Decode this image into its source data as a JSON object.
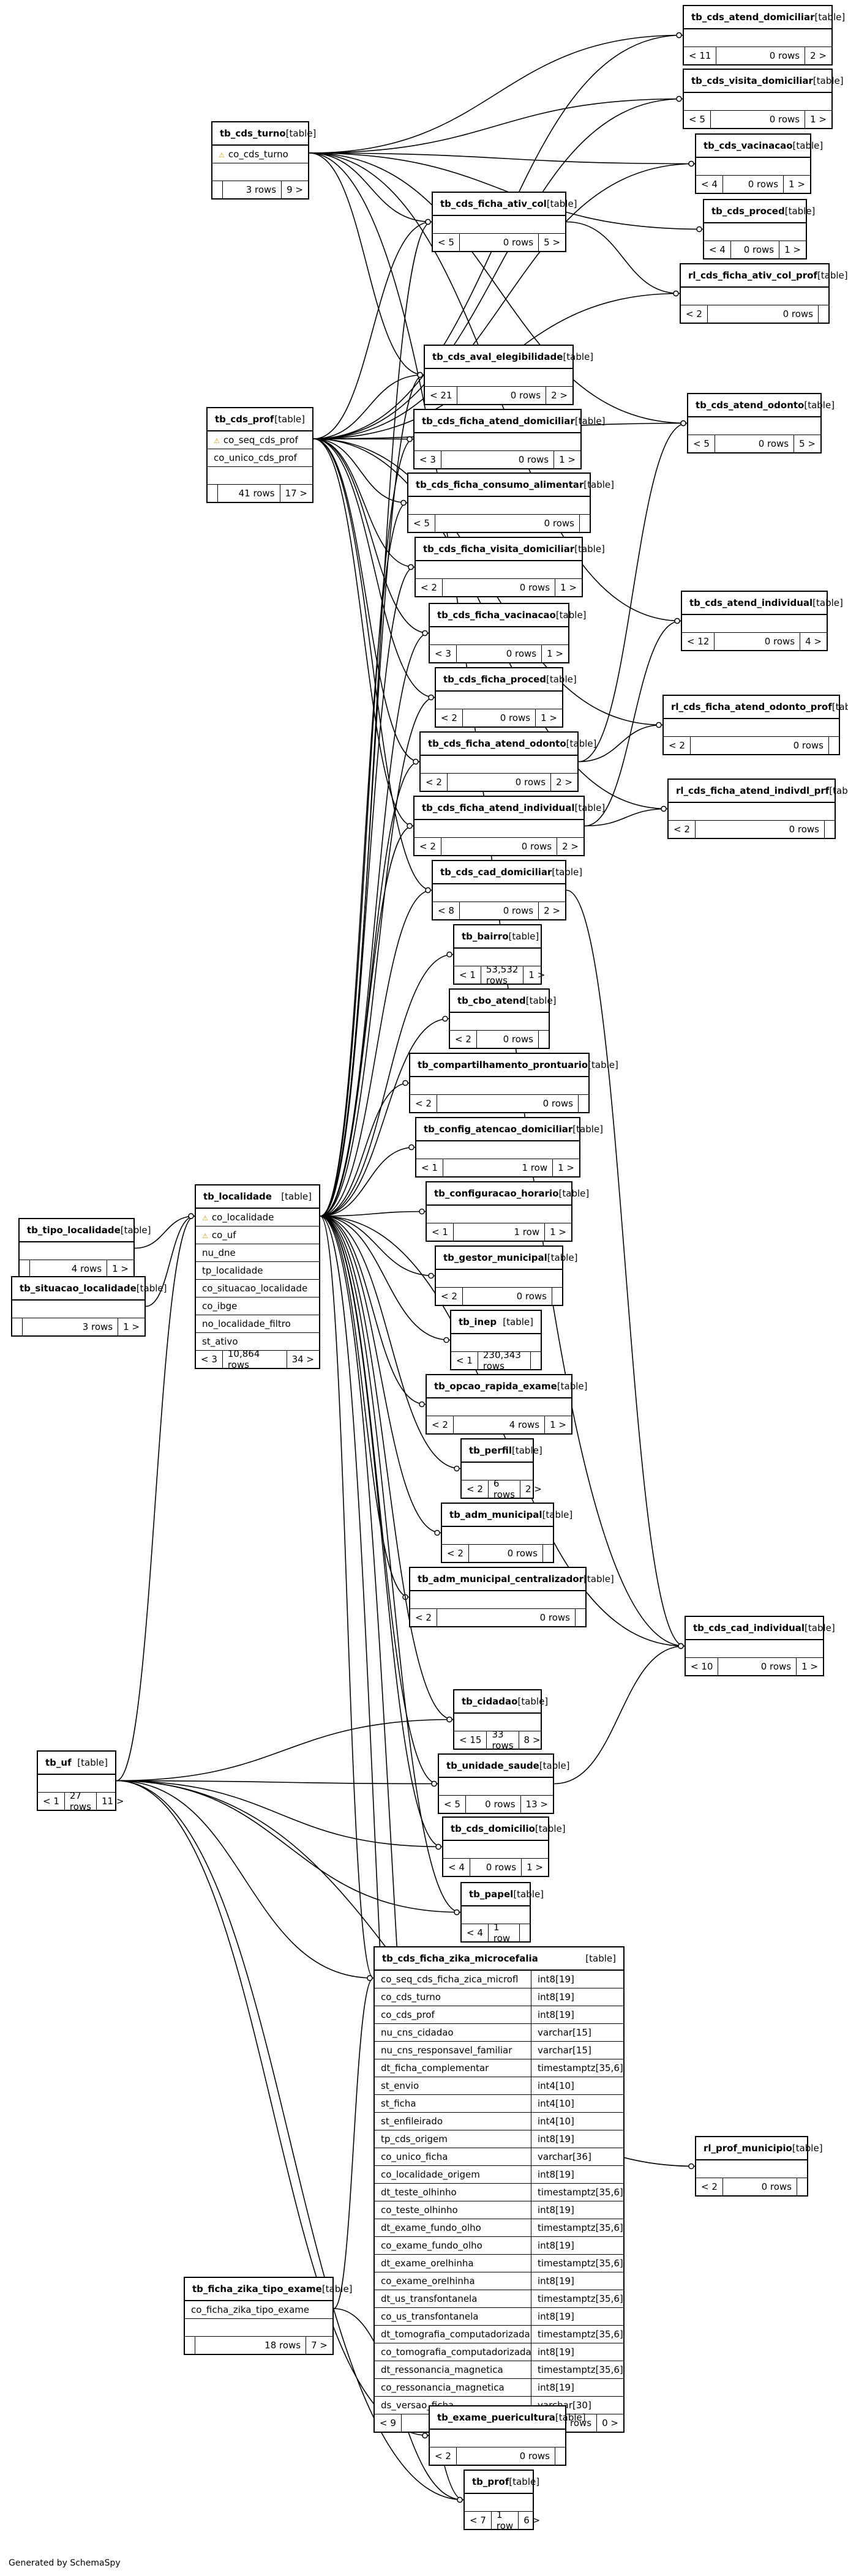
{
  "footer": "Generated by SchemaSpy",
  "tables": [
    {
      "id": "tb_cds_atend_domiciliar",
      "name": "tb_cds_atend_domiciliar",
      "kind": "[table]",
      "cols": [],
      "parents": "< 11",
      "rows": "0 rows",
      "children": "2 >"
    },
    {
      "id": "tb_cds_visita_domiciliar",
      "name": "tb_cds_visita_domiciliar",
      "kind": "[table]",
      "cols": [],
      "parents": "< 5",
      "rows": "0 rows",
      "children": "1 >"
    },
    {
      "id": "tb_cds_turno",
      "name": "tb_cds_turno",
      "kind": "[table]",
      "cols": [
        {
          "n": "co_cds_turno",
          "k": true
        }
      ],
      "blank": true,
      "parents": "",
      "rows": "3 rows",
      "children": "9 >"
    },
    {
      "id": "tb_cds_vacinacao",
      "name": "tb_cds_vacinacao",
      "kind": "[table]",
      "cols": [],
      "parents": "< 4",
      "rows": "0 rows",
      "children": "1 >"
    },
    {
      "id": "tb_cds_ficha_ativ_col",
      "name": "tb_cds_ficha_ativ_col",
      "kind": "[table]",
      "cols": [],
      "parents": "< 5",
      "rows": "0 rows",
      "children": "5 >"
    },
    {
      "id": "tb_cds_proced",
      "name": "tb_cds_proced",
      "kind": "[table]",
      "cols": [],
      "parents": "< 4",
      "rows": "0 rows",
      "children": "1 >"
    },
    {
      "id": "rl_cds_ficha_ativ_col_prof",
      "name": "rl_cds_ficha_ativ_col_prof",
      "kind": "[table]",
      "cols": [],
      "parents": "< 2",
      "rows": "0 rows",
      "children": ""
    },
    {
      "id": "tb_cds_aval_elegibilidade",
      "name": "tb_cds_aval_elegibilidade",
      "kind": "[table]",
      "cols": [],
      "parents": "< 21",
      "rows": "0 rows",
      "children": "2 >"
    },
    {
      "id": "tb_cds_atend_odonto",
      "name": "tb_cds_atend_odonto",
      "kind": "[table]",
      "cols": [],
      "parents": "< 5",
      "rows": "0 rows",
      "children": "5 >"
    },
    {
      "id": "tb_cds_prof",
      "name": "tb_cds_prof",
      "kind": "[table]",
      "cols": [
        {
          "n": "co_seq_cds_prof",
          "k": true
        },
        {
          "n": "co_unico_cds_prof",
          "k": false
        }
      ],
      "blank": true,
      "parents": "",
      "rows": "41 rows",
      "children": "17 >"
    },
    {
      "id": "tb_cds_ficha_atend_domiciliar",
      "name": "tb_cds_ficha_atend_domiciliar",
      "kind": "[table]",
      "cols": [],
      "parents": "< 3",
      "rows": "0 rows",
      "children": "1 >"
    },
    {
      "id": "tb_cds_ficha_consumo_alimentar",
      "name": "tb_cds_ficha_consumo_alimentar",
      "kind": "[table]",
      "cols": [],
      "parents": "< 5",
      "rows": "0 rows",
      "children": ""
    },
    {
      "id": "tb_cds_ficha_visita_domiciliar",
      "name": "tb_cds_ficha_visita_domiciliar",
      "kind": "[table]",
      "cols": [],
      "parents": "< 2",
      "rows": "0 rows",
      "children": "1 >"
    },
    {
      "id": "tb_cds_atend_individual",
      "name": "tb_cds_atend_individual",
      "kind": "[table]",
      "cols": [],
      "parents": "< 12",
      "rows": "0 rows",
      "children": "4 >"
    },
    {
      "id": "tb_cds_ficha_vacinacao",
      "name": "tb_cds_ficha_vacinacao",
      "kind": "[table]",
      "cols": [],
      "parents": "< 3",
      "rows": "0 rows",
      "children": "1 >"
    },
    {
      "id": "tb_cds_ficha_proced",
      "name": "tb_cds_ficha_proced",
      "kind": "[table]",
      "cols": [],
      "parents": "< 2",
      "rows": "0 rows",
      "children": "1 >"
    },
    {
      "id": "rl_cds_ficha_atend_odonto_prof",
      "name": "rl_cds_ficha_atend_odonto_prof",
      "kind": "[table]",
      "cols": [],
      "parents": "< 2",
      "rows": "0 rows",
      "children": ""
    },
    {
      "id": "tb_cds_ficha_atend_odonto",
      "name": "tb_cds_ficha_atend_odonto",
      "kind": "[table]",
      "cols": [],
      "parents": "< 2",
      "rows": "0 rows",
      "children": "2 >"
    },
    {
      "id": "rl_cds_ficha_atend_indivdl_prf",
      "name": "rl_cds_ficha_atend_indivdl_prf",
      "kind": "[table]",
      "cols": [],
      "parents": "< 2",
      "rows": "0 rows",
      "children": ""
    },
    {
      "id": "tb_cds_ficha_atend_individual",
      "name": "tb_cds_ficha_atend_individual",
      "kind": "[table]",
      "cols": [],
      "parents": "< 2",
      "rows": "0 rows",
      "children": "2 >"
    },
    {
      "id": "tb_cds_cad_domiciliar",
      "name": "tb_cds_cad_domiciliar",
      "kind": "[table]",
      "cols": [],
      "parents": "< 8",
      "rows": "0 rows",
      "children": "2 >"
    },
    {
      "id": "tb_bairro",
      "name": "tb_bairro",
      "kind": "[table]",
      "cols": [],
      "parents": "< 1",
      "rows": "53,532 rows",
      "children": "1 >"
    },
    {
      "id": "tb_cbo_atend",
      "name": "tb_cbo_atend",
      "kind": "[table]",
      "cols": [],
      "parents": "< 2",
      "rows": "0 rows",
      "children": ""
    },
    {
      "id": "tb_compartilhamento_prontuario",
      "name": "tb_compartilhamento_prontuario",
      "kind": "[table]",
      "cols": [],
      "parents": "< 2",
      "rows": "0 rows",
      "children": ""
    },
    {
      "id": "tb_config_atencao_domiciliar",
      "name": "tb_config_atencao_domiciliar",
      "kind": "[table]",
      "cols": [],
      "parents": "< 1",
      "rows": "1 row",
      "children": "1 >"
    },
    {
      "id": "tb_tipo_localidade",
      "name": "tb_tipo_localidade",
      "kind": "[table]",
      "cols": [],
      "blank": true,
      "parents": "",
      "rows": "4 rows",
      "children": "1 >"
    },
    {
      "id": "tb_localidade",
      "name": "tb_localidade",
      "kind": "[table]",
      "cols": [
        {
          "n": "co_localidade",
          "k": true
        },
        {
          "n": "co_uf",
          "k": true
        },
        {
          "n": "nu_dne",
          "k": false
        },
        {
          "n": "tp_localidade",
          "k": false
        },
        {
          "n": "co_situacao_localidade",
          "k": false
        },
        {
          "n": "co_ibge",
          "k": false
        },
        {
          "n": "no_localidade_filtro",
          "k": false
        },
        {
          "n": "st_ativo",
          "k": false
        }
      ],
      "parents": "< 3",
      "rows": "10,864 rows",
      "children": "34 >"
    },
    {
      "id": "tb_configuracao_horario",
      "name": "tb_configuracao_horario",
      "kind": "[table]",
      "cols": [],
      "parents": "< 1",
      "rows": "1 row",
      "children": "1 >"
    },
    {
      "id": "tb_situacao_localidade",
      "name": "tb_situacao_localidade",
      "kind": "[table]",
      "cols": [],
      "blank": true,
      "parents": "",
      "rows": "3 rows",
      "children": "1 >"
    },
    {
      "id": "tb_gestor_municipal",
      "name": "tb_gestor_municipal",
      "kind": "[table]",
      "cols": [],
      "parents": "< 2",
      "rows": "0 rows",
      "children": ""
    },
    {
      "id": "tb_inep",
      "name": "tb_inep",
      "kind": "[table]",
      "cols": [],
      "parents": "< 1",
      "rows": "230,343 rows",
      "children": ""
    },
    {
      "id": "tb_opcao_rapida_exame",
      "name": "tb_opcao_rapida_exame",
      "kind": "[table]",
      "cols": [],
      "parents": "< 2",
      "rows": "4 rows",
      "children": "1 >"
    },
    {
      "id": "tb_perfil",
      "name": "tb_perfil",
      "kind": "[table]",
      "cols": [],
      "parents": "< 2",
      "rows": "6 rows",
      "children": "2 >"
    },
    {
      "id": "tb_adm_municipal",
      "name": "tb_adm_municipal",
      "kind": "[table]",
      "cols": [],
      "parents": "< 2",
      "rows": "0 rows",
      "children": ""
    },
    {
      "id": "tb_adm_municipal_centralizador",
      "name": "tb_adm_municipal_centralizador",
      "kind": "[table]",
      "cols": [],
      "parents": "< 2",
      "rows": "0 rows",
      "children": ""
    },
    {
      "id": "tb_cds_cad_individual",
      "name": "tb_cds_cad_individual",
      "kind": "[table]",
      "cols": [],
      "parents": "< 10",
      "rows": "0 rows",
      "children": "1 >"
    },
    {
      "id": "tb_cidadao",
      "name": "tb_cidadao",
      "kind": "[table]",
      "cols": [],
      "parents": "< 15",
      "rows": "33 rows",
      "children": "8 >"
    },
    {
      "id": "tb_uf",
      "name": "tb_uf",
      "kind": "[table]",
      "cols": [],
      "parents": "< 1",
      "rows": "27 rows",
      "children": "11 >"
    },
    {
      "id": "tb_unidade_saude",
      "name": "tb_unidade_saude",
      "kind": "[table]",
      "cols": [],
      "parents": "< 5",
      "rows": "0 rows",
      "children": "13 >"
    },
    {
      "id": "tb_cds_domicilio",
      "name": "tb_cds_domicilio",
      "kind": "[table]",
      "cols": [],
      "parents": "< 4",
      "rows": "0 rows",
      "children": "1 >"
    },
    {
      "id": "tb_papel",
      "name": "tb_papel",
      "kind": "[table]",
      "cols": [],
      "parents": "< 4",
      "rows": "1 row",
      "children": ""
    },
    {
      "id": "tb_cds_ficha_zika_microcefalia",
      "name": "tb_cds_ficha_zika_microcefalia",
      "kind": "[table]",
      "wide": true,
      "cols": [
        {
          "n": "co_seq_cds_ficha_zica_microfl",
          "t": "int8[19]"
        },
        {
          "n": "co_cds_turno",
          "t": "int8[19]"
        },
        {
          "n": "co_cds_prof",
          "t": "int8[19]"
        },
        {
          "n": "nu_cns_cidadao",
          "t": "varchar[15]"
        },
        {
          "n": "nu_cns_responsavel_familiar",
          "t": "varchar[15]"
        },
        {
          "n": "dt_ficha_complementar",
          "t": "timestamptz[35,6]"
        },
        {
          "n": "st_envio",
          "t": "int4[10]"
        },
        {
          "n": "st_ficha",
          "t": "int4[10]"
        },
        {
          "n": "st_enfileirado",
          "t": "int4[10]"
        },
        {
          "n": "tp_cds_origem",
          "t": "int8[19]"
        },
        {
          "n": "co_unico_ficha",
          "t": "varchar[36]"
        },
        {
          "n": "co_localidade_origem",
          "t": "int8[19]"
        },
        {
          "n": "dt_teste_olhinho",
          "t": "timestamptz[35,6]"
        },
        {
          "n": "co_teste_olhinho",
          "t": "int8[19]"
        },
        {
          "n": "dt_exame_fundo_olho",
          "t": "timestamptz[35,6]"
        },
        {
          "n": "co_exame_fundo_olho",
          "t": "int8[19]"
        },
        {
          "n": "dt_exame_orelhinha",
          "t": "timestamptz[35,6]"
        },
        {
          "n": "co_exame_orelhinha",
          "t": "int8[19]"
        },
        {
          "n": "dt_us_transfontanela",
          "t": "timestamptz[35,6]"
        },
        {
          "n": "co_us_transfontanela",
          "t": "int8[19]"
        },
        {
          "n": "dt_tomografia_computadorizada",
          "t": "timestamptz[35,6]"
        },
        {
          "n": "co_tomografia_computadorizada",
          "t": "int8[19]"
        },
        {
          "n": "dt_ressonancia_magnetica",
          "t": "timestamptz[35,6]"
        },
        {
          "n": "co_ressonancia_magnetica",
          "t": "int8[19]"
        },
        {
          "n": "ds_versao_ficha",
          "t": "varchar[30]"
        }
      ],
      "parents": "< 9",
      "rows": "0 rows",
      "children": "0 >"
    },
    {
      "id": "tb_ficha_zika_tipo_exame",
      "name": "tb_ficha_zika_tipo_exame",
      "kind": "[table]",
      "cols": [
        {
          "n": "co_ficha_zika_tipo_exame",
          "k": false
        }
      ],
      "blank": true,
      "parents": "",
      "rows": "18 rows",
      "children": "7 >"
    },
    {
      "id": "rl_prof_municipio",
      "name": "rl_prof_municipio",
      "kind": "[table]",
      "cols": [],
      "parents": "< 2",
      "rows": "0 rows",
      "children": ""
    },
    {
      "id": "tb_exame_puericultura",
      "name": "tb_exame_puericultura",
      "kind": "[table]",
      "cols": [],
      "parents": "< 2",
      "rows": "0 rows",
      "children": ""
    },
    {
      "id": "tb_prof",
      "name": "tb_prof",
      "kind": "[table]",
      "cols": [],
      "parents": "< 7",
      "rows": "1 row",
      "children": "6 >"
    }
  ]
}
